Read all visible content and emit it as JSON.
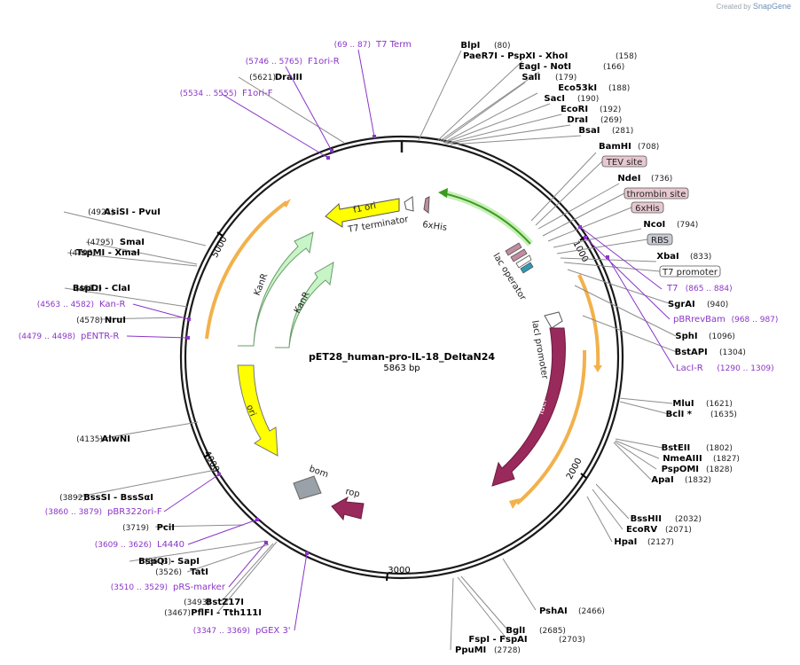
{
  "credit": {
    "prefix": "Created by",
    "brand": "SnapGene"
  },
  "map": {
    "name": "pET28_human-pro-IL-18_DeltaN24",
    "length_label": "5863 bp",
    "total_bp": 5863,
    "ticks": [
      "1000",
      "2000",
      "3000",
      "4000",
      "5000"
    ]
  },
  "enzymes": [
    {
      "name": "BlpI",
      "pos": "(80)"
    },
    {
      "name": "PaeR7I   - PspXI   - XhoI",
      "pos": "(158)"
    },
    {
      "name": "EagI   - NotI",
      "pos": "(166)"
    },
    {
      "name": "SalI",
      "pos": "(179)"
    },
    {
      "name": "Eco53kI",
      "pos": "(188)"
    },
    {
      "name": "SacI",
      "pos": "(190)"
    },
    {
      "name": "EcoRI",
      "pos": "(192)"
    },
    {
      "name": "DraI",
      "pos": "(269)"
    },
    {
      "name": "BsaI",
      "pos": "(281)"
    },
    {
      "name": "BamHI",
      "pos": "(708)"
    },
    {
      "name": "NdeI",
      "pos": "(736)"
    },
    {
      "name": "NcoI",
      "pos": "(794)"
    },
    {
      "name": "XbaI",
      "pos": "(833)"
    },
    {
      "name": "SgrAI",
      "pos": "(940)"
    },
    {
      "name": "SphI",
      "pos": "(1096)"
    },
    {
      "name": "BstAPI",
      "pos": "(1304)"
    },
    {
      "name": "MluI",
      "pos": "(1621)"
    },
    {
      "name": "BclI *",
      "pos": "(1635)"
    },
    {
      "name": "BstEII",
      "pos": "(1802)"
    },
    {
      "name": "NmeAIII",
      "pos": "(1827)"
    },
    {
      "name": "PspOMI",
      "pos": "(1828)"
    },
    {
      "name": "ApaI",
      "pos": "(1832)"
    },
    {
      "name": "BssHII",
      "pos": "(2032)"
    },
    {
      "name": "EcoRV",
      "pos": "(2071)"
    },
    {
      "name": "HpaI",
      "pos": "(2127)"
    },
    {
      "name": "PshAI",
      "pos": "(2466)"
    },
    {
      "name": "BglI",
      "pos": "(2685)"
    },
    {
      "name": "FspI   - FspAI",
      "pos": "(2703)"
    },
    {
      "name": "PpuMI",
      "pos": "(2728)"
    },
    {
      "name": "PflFI   - Tth111I",
      "pos": "(3467)"
    },
    {
      "name": "BstZ17I",
      "pos": "(3493)"
    },
    {
      "name": "TatI",
      "pos": "(3526)"
    },
    {
      "name": "BspQI   - SapI",
      "pos": "(3603)"
    },
    {
      "name": "PciI",
      "pos": "(3719)"
    },
    {
      "name": "BssSI   - BssSαI",
      "pos": "(3892)"
    },
    {
      "name": "AlwNI",
      "pos": "(4135)"
    },
    {
      "name": "NruI",
      "pos": "(4578)"
    },
    {
      "name": "BspDI   - ClaI",
      "pos": "(4612)"
    },
    {
      "name": "TspMI   - XmaI",
      "pos": "(4793)"
    },
    {
      "name": "SmaI",
      "pos": "(4795)"
    },
    {
      "name": "AsiSI   - PvuI",
      "pos": "(4921)"
    },
    {
      "name": "DraIII",
      "pos": "(5621)"
    }
  ],
  "primers": [
    {
      "name": "T7 Term",
      "pos": "(69 .. 87)"
    },
    {
      "name": "F1ori-R",
      "pos": "(5746 .. 5765)"
    },
    {
      "name": "F1ori-F",
      "pos": "(5534 .. 5555)"
    },
    {
      "name": "T7",
      "pos": "(865 .. 884)"
    },
    {
      "name": "pBRrevBam",
      "pos": "(968 .. 987)"
    },
    {
      "name": "LacI-R",
      "pos": "(1290 .. 1309)"
    },
    {
      "name": "Kan-R",
      "pos": "(4563 .. 4582)"
    },
    {
      "name": "pENTR-R",
      "pos": "(4479 .. 4498)"
    },
    {
      "name": "pBR322ori-F",
      "pos": "(3860 .. 3879)"
    },
    {
      "name": "L4440",
      "pos": "(3609 .. 3626)"
    },
    {
      "name": "pRS-marker",
      "pos": "(3510 .. 3529)"
    },
    {
      "name": "pGEX 3'",
      "pos": "(3347 .. 3369)"
    }
  ],
  "boxed_features": [
    "TEV site",
    "thrombin site",
    "6xHis",
    "RBS",
    "T7 promoter"
  ],
  "features": {
    "f1_ori": "f1 ori",
    "t7_terminator": "T7 terminator",
    "his_inner": "6xHis",
    "lac_operator": "lac operator",
    "laci_promoter": "lacI promoter",
    "laci": "lacI",
    "kanr_outer": "KanR",
    "kanr_inner": "KanR",
    "ori": "ori",
    "bom": "bom",
    "rop": "rop"
  },
  "colors": {
    "backbone": "#1a1a1a",
    "primer": "#8a35c8",
    "orf_outline": "#f2b14b",
    "f1_ori": "#ffff00",
    "ori": "#ffff00",
    "kanr": "#c8f5c8",
    "laci": "#992a5b",
    "rop": "#992a5b",
    "bom": "#9aa1a8",
    "insert_green": "#3a9b1e",
    "boxed_site": "#e8c8d0",
    "rbs": "#c8ccd2"
  }
}
